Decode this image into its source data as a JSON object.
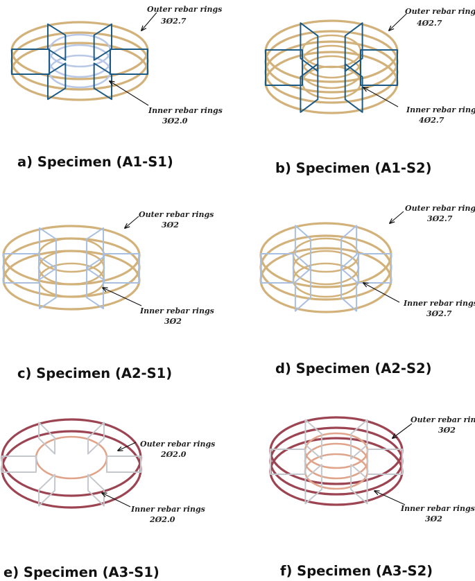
{
  "panels": [
    {
      "caption": "a) Specimen (A1-S1)",
      "outer_label": "Outer rebar rings",
      "outer_spec": "3Ø2.7",
      "inner_label": "Inner rebar rings",
      "inner_spec": "3Ø2.0",
      "outer_rings": 3,
      "inner_rings": 3,
      "outer_color": "#d2b27a",
      "inner_color": "#b8c8e6",
      "stirrup_color": "#1c5a86"
    },
    {
      "caption": "b) Specimen (A1-S2)",
      "outer_label": "Outer rebar rings",
      "outer_spec": "4Ø2.7",
      "inner_label": "Inner rebar rings",
      "inner_spec": "4Ø2.7",
      "outer_rings": 4,
      "inner_rings": 4,
      "outer_color": "#d2b27a",
      "inner_color": "#d2b27a",
      "stirrup_color": "#1c5a86"
    },
    {
      "caption": "c) Specimen (A2-S1)",
      "outer_label": "Outer rebar rings",
      "outer_spec": "3Ø2",
      "inner_label": "Inner rebar rings",
      "inner_spec": "3Ø2",
      "outer_rings": 3,
      "inner_rings": 3,
      "outer_color": "#d2b27a",
      "inner_color": "#d2b27a",
      "stirrup_color": "#a9bfe0"
    },
    {
      "caption": "d) Specimen (A2-S2)",
      "outer_label": "Outer rebar rings",
      "outer_spec": "3Ø2.7",
      "inner_label": "Inner rebar rings",
      "inner_spec": "3Ø2.7",
      "outer_rings": 3,
      "inner_rings": 3,
      "outer_color": "#d2b27a",
      "inner_color": "#d2b27a",
      "stirrup_color": "#a9bfe0"
    },
    {
      "caption": "e) Specimen (A3-S1)",
      "outer_label": "Outer rebar rings",
      "outer_spec": "2Ø2.0",
      "inner_label": "Inner rebar rings",
      "inner_spec": "2Ø2.0",
      "outer_rings": 2,
      "inner_rings": 1,
      "outer_color": "#9c4452",
      "inner_color": "#e0a48a",
      "stirrup_color": "#c4c8cc"
    },
    {
      "caption": "f) Specimen (A3-S2)",
      "outer_label": "Outer rebar rings",
      "outer_spec": "3Ø2",
      "inner_label": "Inner rebar rings",
      "inner_spec": "3Ø2",
      "outer_rings": 3,
      "inner_rings": 3,
      "outer_color": "#9c4452",
      "inner_color": "#e0a48a",
      "stirrup_color": "#c4c8cc"
    }
  ]
}
